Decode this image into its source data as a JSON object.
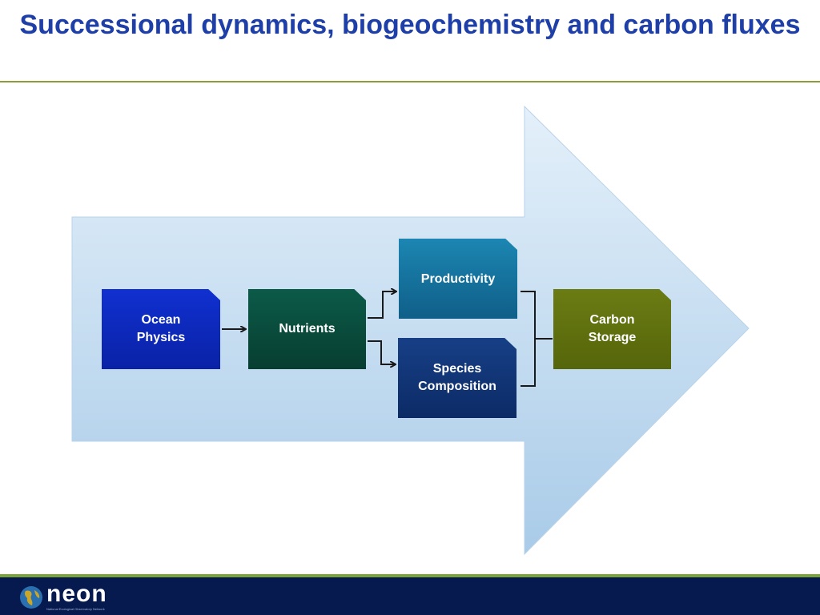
{
  "title": "Successional dynamics, biogeochemistry and carbon fluxes",
  "nodes": {
    "ocean_physics": "Ocean\nPhysics",
    "nutrients": "Nutrients",
    "productivity": "Productivity",
    "species_composition": "Species\nComposition",
    "carbon_storage": "Carbon\nStorage"
  },
  "footer": {
    "logo_text": "neon",
    "logo_tagline": "National Ecological Observatory Network"
  },
  "colors": {
    "title": "#1f3fa8",
    "ocean_physics": "#0a22a6",
    "nutrients": "#073e31",
    "productivity": "#0f5f88",
    "species_composition": "#0c2b66",
    "carbon_storage": "#55650a",
    "footer": "#071a4f",
    "accent": "#7aa43a"
  }
}
